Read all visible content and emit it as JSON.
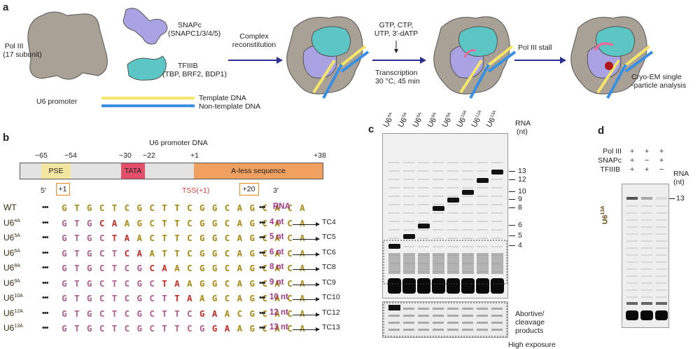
{
  "panel_a": {
    "letter": "a",
    "pol3_label": "Pol III",
    "pol3_sub": "(17 subunit)",
    "snapc_label": "SNAPc",
    "snapc_sub": "(SNAPC1/3/4/5)",
    "tf3b_label": "TFIIIB",
    "tf3b_sub": "(TBP, BRF2, BDP1)",
    "u6_promoter": "U6 promoter",
    "template_dna": "Template DNA",
    "nontemplate_dna": "Non-template DNA",
    "step1_a": "Complex",
    "step1_b": "reconstitution",
    "ntp_a": "GTP, CTP,",
    "ntp_b": "UTP, 3′-dATP",
    "tx_a": "Transcription",
    "tx_b": "30 °C, 45 min",
    "stall": "Pol III stall",
    "cryo_a": "Cryo-EM single",
    "cryo_b": "-particle analysis",
    "colors": {
      "pol3": "#a9a196",
      "snapc": "#a9a2e3",
      "tf3b": "#5cc6c4",
      "template": "#f5e66a",
      "nontemplate": "#3a8fe0",
      "arrow": "#2b2f8f",
      "rna": "#e86b9a"
    }
  },
  "panel_b": {
    "letter": "b",
    "title": "U6 promoter DNA",
    "pos_m65": "−65",
    "pos_m54": "−54",
    "pos_m30": "−30",
    "pos_m22": "−22",
    "pos_p1": "+1",
    "pos_p38": "+38",
    "pse": "PSE",
    "tata": "TATA",
    "aless": "A-less sequence",
    "five": "5′",
    "three": "3′",
    "box1": "+1",
    "box20": "+20",
    "tss": "TSS(+1)",
    "dots": "•••",
    "rna_hdr": "RNA",
    "rows": [
      {
        "name": "WT",
        "sup": "",
        "seq": "GTGCTCGCTTCGGCAGCACA",
        "subs": [],
        "len": "RNA",
        "tc": ""
      },
      {
        "name": "U6",
        "sup": "4A",
        "seq": "GTGCAAGCTTCGGCAGCACA",
        "subs": [
          4,
          5
        ],
        "len": "4 nt",
        "tc": "TC4"
      },
      {
        "name": "U6",
        "sup": "5A",
        "seq": "GTGCTAACTTCGGCAGCACA",
        "subs": [
          5,
          6
        ],
        "len": "5 nt",
        "tc": "TC5"
      },
      {
        "name": "U6",
        "sup": "6A",
        "seq": "GTGCTCAATTCGGCAGCACA",
        "subs": [
          6,
          7
        ],
        "len": "6 nt",
        "tc": "TC6"
      },
      {
        "name": "U6",
        "sup": "8A",
        "seq": "GTGCTCGCAACGGCAGCACA",
        "subs": [
          8,
          9
        ],
        "len": "8 nt",
        "tc": "TC8"
      },
      {
        "name": "U6",
        "sup": "9A",
        "seq": "GTGCTCGCTAAGGCAGCACA",
        "subs": [
          9,
          10
        ],
        "len": "9 nt",
        "tc": "TC9"
      },
      {
        "name": "U6",
        "sup": "10A",
        "seq": "GTGCTCGCTTAAGCAGCACA",
        "subs": [
          10,
          11
        ],
        "len": "10 nt",
        "tc": "TC10"
      },
      {
        "name": "U6",
        "sup": "12A",
        "seq": "GTGCTCGCTTCGAACGCACA",
        "subs": [
          12,
          13
        ],
        "len": "12 nt",
        "tc": "TC12"
      },
      {
        "name": "U6",
        "sup": "13A",
        "seq": "GTGCTCGCTTCGGAAGCACA",
        "subs": [
          13,
          14
        ],
        "len": "13 nt",
        "tc": "TC13"
      }
    ]
  },
  "panel_c": {
    "letter": "c",
    "lanes": [
      {
        "base": "U6",
        "sup": "4A"
      },
      {
        "base": "U6",
        "sup": "5A"
      },
      {
        "base": "U6",
        "sup": "6A"
      },
      {
        "base": "U6",
        "sup": "8A"
      },
      {
        "base": "U6",
        "sup": "9A"
      },
      {
        "base": "U6",
        "sup": "10A"
      },
      {
        "base": "U6",
        "sup": "12A"
      },
      {
        "base": "U6",
        "sup": "13A"
      }
    ],
    "rna_hdr": "RNA",
    "nt_hdr": "(nt)",
    "markers": [
      "13",
      "12",
      "10",
      "9",
      "8",
      "6",
      "5",
      "4"
    ],
    "abortive_a": "Abortive/",
    "abortive_b": "cleavage",
    "abortive_c": "products",
    "high_exposure": "High exposure"
  },
  "panel_d": {
    "letter": "d",
    "row_labels": [
      "Pol III",
      "SNAPc",
      "TFIIIB"
    ],
    "signs": [
      [
        "+",
        "+",
        "+"
      ],
      [
        "+",
        "−",
        "+"
      ],
      [
        "+",
        "+",
        "−"
      ]
    ],
    "rna_hdr": "RNA",
    "nt_hdr": "(nt)",
    "marker": "13",
    "side_label": "U6",
    "side_sup": "13A"
  }
}
